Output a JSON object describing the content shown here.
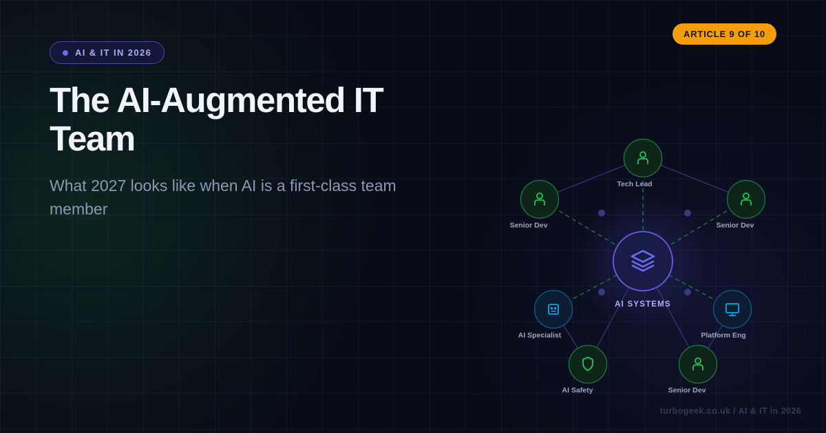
{
  "header": {
    "category_pill": "AI & IT IN 2026",
    "series_badge": "ARTICLE 9 OF 10"
  },
  "hero": {
    "title": "The AI-Augmented IT Team",
    "subtitle": "What 2027 looks like when AI is a first-class team member"
  },
  "diagram": {
    "hub": {
      "label": "AI SYSTEMS",
      "icon": "layers-icon"
    },
    "nodes": [
      {
        "label": "Tech Lead",
        "icon": "person-icon",
        "type": "human"
      },
      {
        "label": "Senior Dev",
        "icon": "person-icon",
        "type": "human"
      },
      {
        "label": "Senior Dev",
        "icon": "person-icon",
        "type": "human"
      },
      {
        "label": "AI Specialist",
        "icon": "robot-icon",
        "type": "ai"
      },
      {
        "label": "Platform Eng",
        "icon": "monitor-icon",
        "type": "ai"
      },
      {
        "label": "AI Safety",
        "icon": "shield-icon",
        "type": "human"
      },
      {
        "label": "Senior Dev",
        "icon": "person-icon",
        "type": "human"
      }
    ]
  },
  "footer": {
    "credit": "turbogeek.co.uk / AI & IT in 2026"
  },
  "colors": {
    "background": "#080b16",
    "accent_indigo": "#6c6cf0",
    "badge_amber": "#f59e0b",
    "human_green": "#22c55e",
    "ai_blue": "#0ea5e9"
  }
}
